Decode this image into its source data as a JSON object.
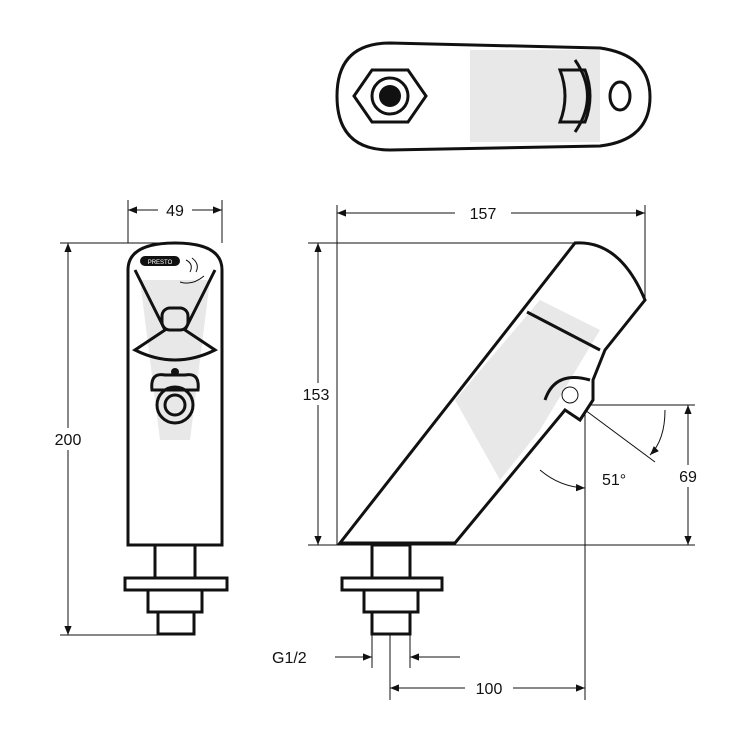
{
  "drawing": {
    "logo_text": "PRESTO",
    "dimensions": {
      "width_front": "49",
      "height_total": "200",
      "depth": "157",
      "body_height": "153",
      "spout_height": "69",
      "spout_angle": "51°",
      "thread": "G1/2",
      "spout_reach": "100"
    }
  }
}
